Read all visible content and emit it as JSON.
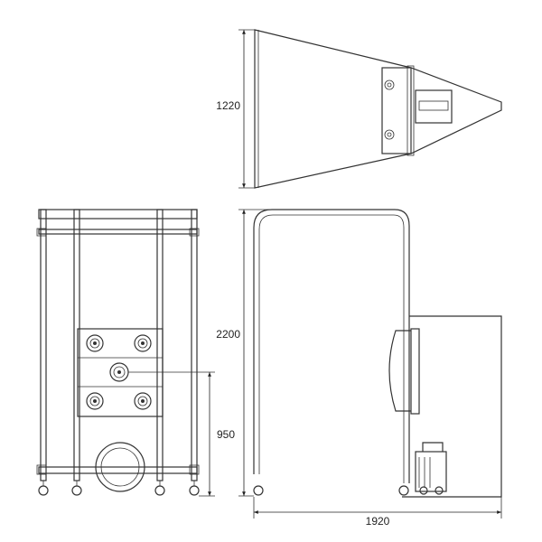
{
  "dimensions": {
    "top_depth": "1220",
    "overall_height": "2200",
    "outlet_height": "950",
    "overall_length": "1920"
  }
}
